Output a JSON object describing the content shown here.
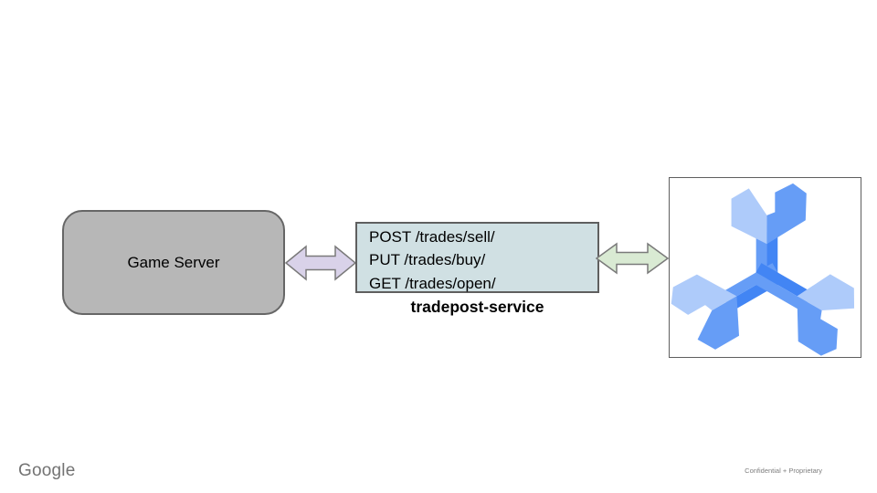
{
  "slide": {
    "nodes": {
      "game_server": {
        "label": "Game Server"
      },
      "tradepost": {
        "endpoints": [
          "POST /trades/sell/",
          "PUT /trades/buy/",
          "GET /trades/open/"
        ],
        "name": "tradepost-service"
      },
      "database": {
        "icon": "cloud-spanner-icon"
      }
    },
    "connectors": {
      "left": {
        "type": "double-arrow",
        "fill": "#d9d2e9"
      },
      "right": {
        "type": "double-arrow",
        "fill": "#d9ead3"
      }
    },
    "footer": {
      "brand": "Google",
      "classification": "Confidential + Proprietary"
    },
    "colors": {
      "game_server_fill": "#b7b7b7",
      "service_fill": "#d0e0e3",
      "arrow_left_fill": "#d9d2e9",
      "arrow_right_fill": "#d9ead3",
      "spanner_light": "#aecbfa",
      "spanner_medium": "#669df6",
      "spanner_dark": "#4285f4"
    }
  }
}
